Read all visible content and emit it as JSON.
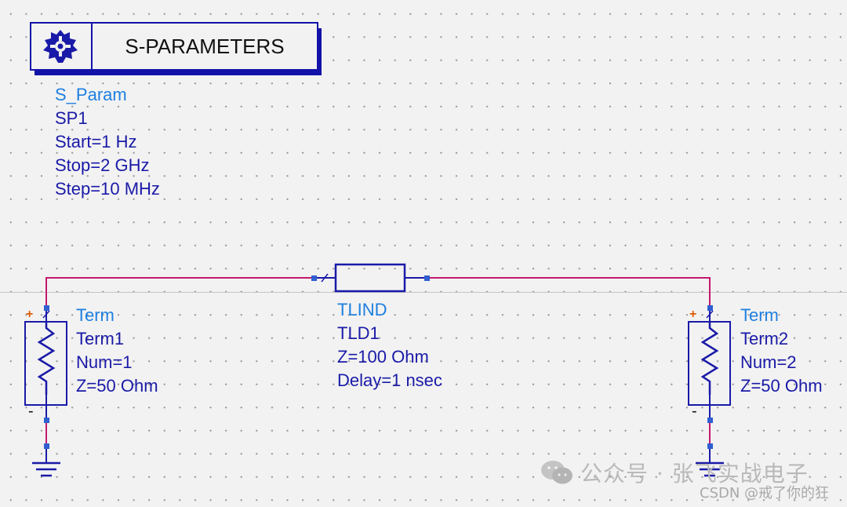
{
  "simulation": {
    "title": "S-PARAMETERS",
    "icon": "gear-icon",
    "type": "S_Param",
    "instance": "SP1",
    "start": "Start=1 Hz",
    "stop": "Stop=2 GHz",
    "step": "Step=10 MHz"
  },
  "term1": {
    "type": "Term",
    "instance": "Term1",
    "num": "Num=1",
    "impedance": "Z=50 Ohm",
    "plus": "+",
    "minus": "-"
  },
  "tline": {
    "type": "TLIND",
    "instance": "TLD1",
    "impedance": "Z=100 Ohm",
    "delay": "Delay=1 nsec"
  },
  "term2": {
    "type": "Term",
    "instance": "Term2",
    "num": "Num=2",
    "impedance": "Z=50 Ohm",
    "plus": "+",
    "minus": "-"
  },
  "watermark": {
    "icon": "wechat-icon",
    "text": "公众号 · 张飞实战电子",
    "credit": "CSDN @戒了你的狂"
  },
  "colors": {
    "wire": "#c4186e",
    "component": "#1a1aa8",
    "type_label": "#1e7fe0",
    "pin": "#2f5fd0"
  }
}
